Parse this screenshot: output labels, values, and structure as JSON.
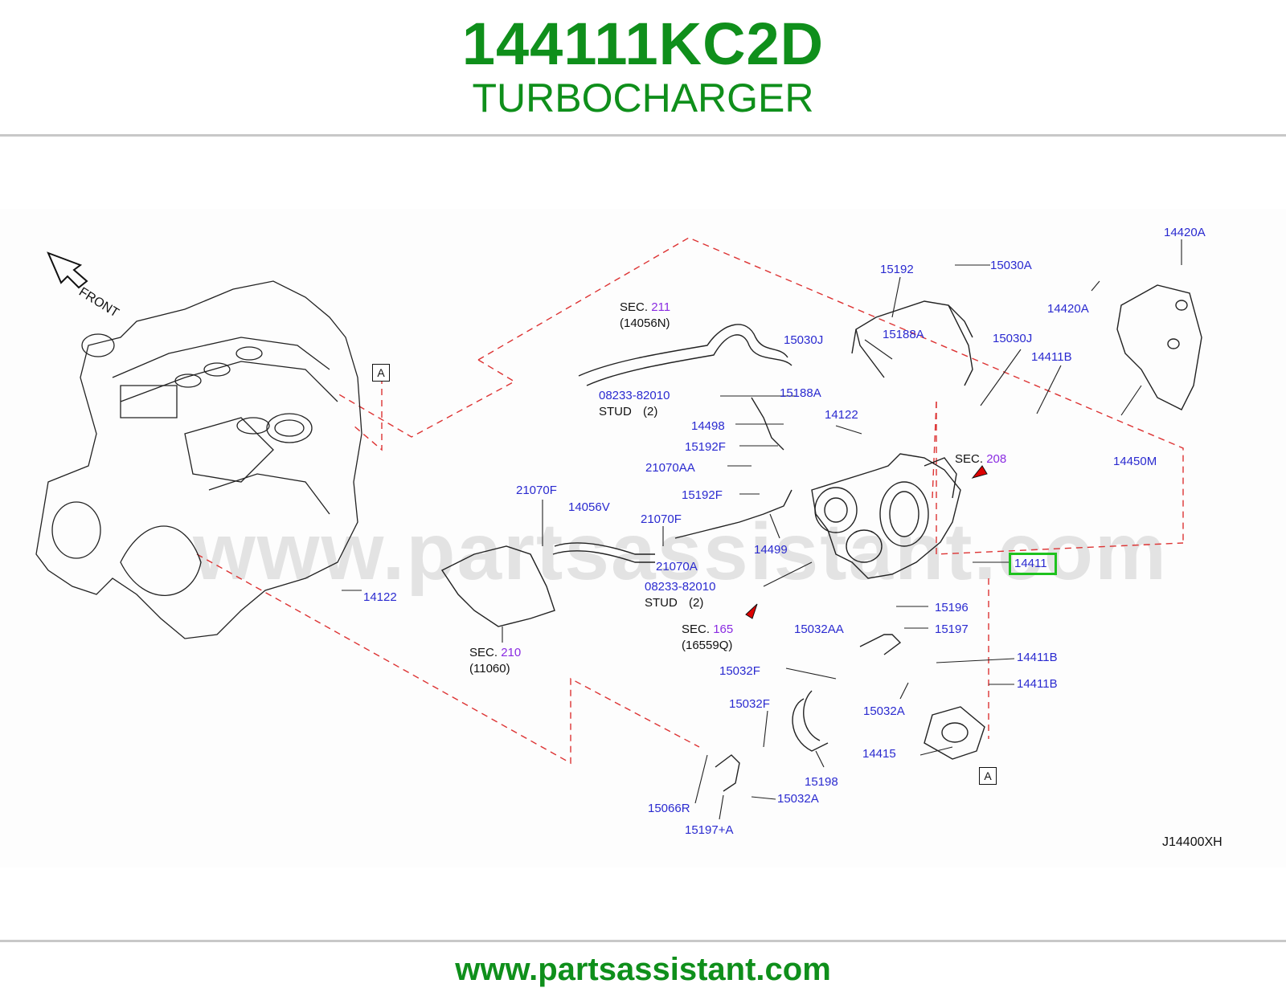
{
  "header": {
    "part_number": "144111KC2D",
    "part_name": "TURBOCHARGER"
  },
  "footer": {
    "url": "www.partsassistant.com"
  },
  "watermark": "www.partsassistant.com",
  "diagram": {
    "ref_code": "J14400XH",
    "front_label": "FRONT",
    "highlighted_part": "14411",
    "box_label": "A",
    "callouts": {
      "c14420A_1": "14420A",
      "c14420A_2": "14420A",
      "c15030A": "15030A",
      "c15192": "15192",
      "c15030J_1": "15030J",
      "c15030J_2": "15030J",
      "c15188A_1": "15188A",
      "c15188A_2": "15188A",
      "c14411B_1": "14411B",
      "c14411B_2": "14411B",
      "c14411B_3": "14411B",
      "c14450M": "14450M",
      "c08233_1": "08233-82010",
      "c08233_2": "08233-82010",
      "stud_1": "STUD",
      "stud_1_qty": "(2)",
      "stud_2": "STUD",
      "stud_2_qty": "(2)",
      "c14498": "14498",
      "c14122_1": "14122",
      "c14122_2": "14122",
      "c15192F_1": "15192F",
      "c15192F_2": "15192F",
      "c21070AA": "21070AA",
      "c21070F_1": "21070F",
      "c21070F_2": "21070F",
      "c14056V": "14056V",
      "c21070A": "21070A",
      "c14499": "14499",
      "c15196": "15196",
      "c15197": "15197",
      "c15032AA": "15032AA",
      "c15032F_1": "15032F",
      "c15032F_2": "15032F",
      "c15032A_1": "15032A",
      "c15032A_2": "15032A",
      "c14415": "14415",
      "c15198": "15198",
      "c15066R": "15066R",
      "c15197A": "15197+A"
    },
    "sections": {
      "s211": {
        "label": "SEC.",
        "num": "211",
        "ref": "(14056N)"
      },
      "s208": {
        "label": "SEC.",
        "num": "208"
      },
      "s165": {
        "label": "SEC.",
        "num": "165",
        "ref": "(16559Q)"
      },
      "s210": {
        "label": "SEC.",
        "num": "210",
        "ref": "(11060)"
      }
    }
  },
  "colors": {
    "brand_green": "#0f8f1b",
    "callout_blue": "#2a2ad0",
    "sec_purple": "#8a2be2",
    "highlight": "#1ec21e"
  }
}
